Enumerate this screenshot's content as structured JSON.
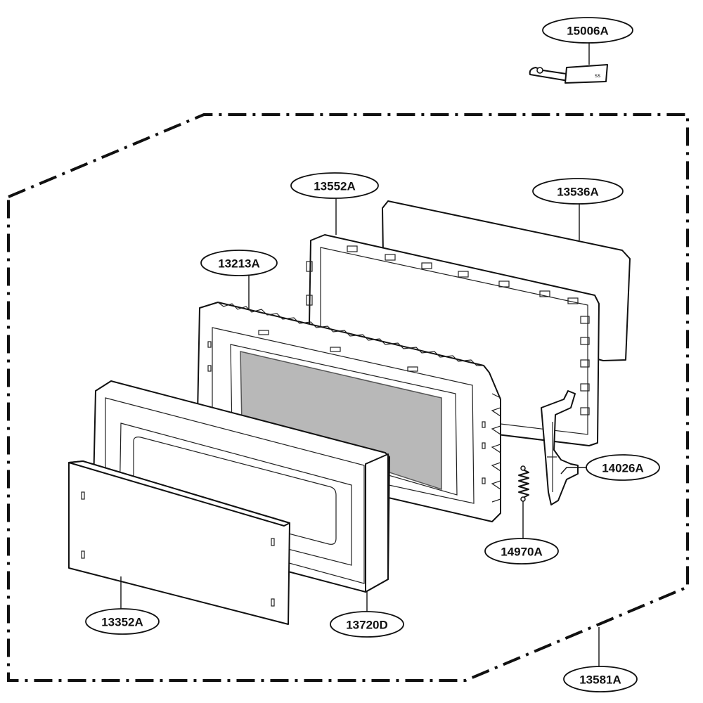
{
  "diagram": {
    "callouts": {
      "p15006A": "15006A",
      "p13552A": "13552A",
      "p13536A": "13536A",
      "p13213A": "13213A",
      "p14026A": "14026A",
      "p14970A": "14970A",
      "p13352A": "13352A",
      "p13720D": "13720D",
      "p13581A": "13581A"
    },
    "colors": {
      "line": "#111111",
      "window_glass": "#b8b8b8",
      "panel_fill": "#ffffff",
      "frame_edge": "#dcdcdc"
    }
  }
}
